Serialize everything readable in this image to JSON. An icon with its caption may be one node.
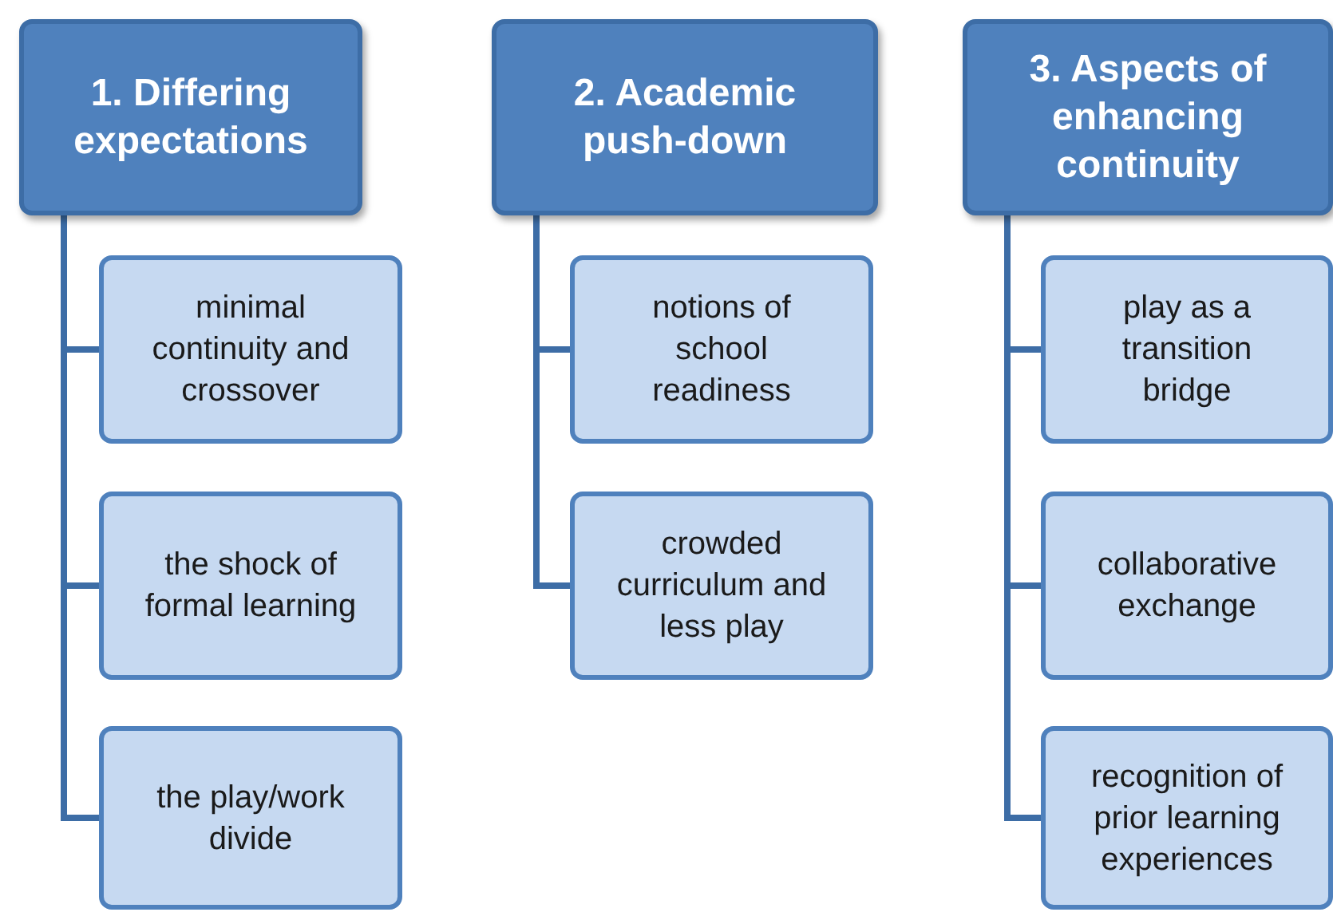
{
  "diagram": {
    "nodes": [
      {
        "text": [
          "1. Differing expectations"
        ]
      },
      {
        "text": [
          "minimal continuity and crossover"
        ]
      },
      {
        "text": [
          "the shock of formal learning"
        ]
      },
      {
        "text": [
          "the play/work divide"
        ]
      },
      {
        "text": [
          "2. Academic push-down"
        ]
      },
      {
        "text": [
          "notions of school readiness"
        ]
      },
      {
        "text": [
          "crowded curriculum and less play"
        ]
      },
      {
        "text": [
          "3. Aspects of enhancing continuity"
        ]
      },
      {
        "text": [
          "play as a transition bridge"
        ]
      },
      {
        "text": [
          "collaborative exchange"
        ]
      },
      {
        "text": [
          "recognition of prior learning experiences"
        ]
      }
    ],
    "edges": [
      {
        "from": 0,
        "to": 1,
        "arrow": "none"
      },
      {
        "from": 0,
        "to": 2,
        "arrow": "none"
      },
      {
        "from": 0,
        "to": 3,
        "arrow": "none"
      },
      {
        "from": 4,
        "to": 5,
        "arrow": "none"
      },
      {
        "from": 4,
        "to": 6,
        "arrow": "none"
      },
      {
        "from": 7,
        "to": 8,
        "arrow": "none"
      },
      {
        "from": 7,
        "to": 9,
        "arrow": "none"
      },
      {
        "from": 7,
        "to": 10,
        "arrow": "none"
      }
    ]
  }
}
